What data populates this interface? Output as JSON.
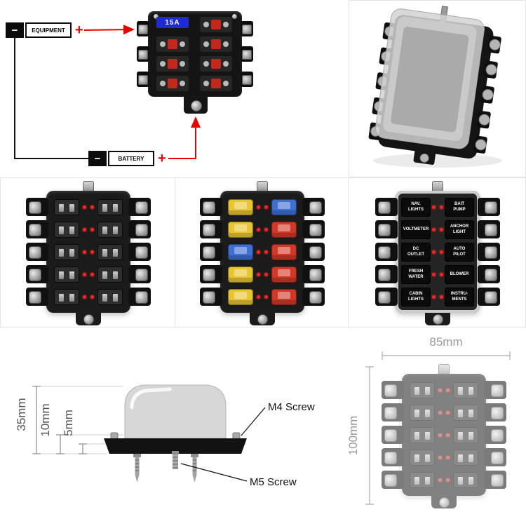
{
  "wiring_diagram": {
    "equipment_label": "EQUIPMENT",
    "battery_label": "BATTERY",
    "minus_symbol": "−",
    "plus_symbol": "+",
    "display_value": "15A"
  },
  "fusebox": {
    "rows": 5,
    "fuse_colors": {
      "left": [
        "#e8c532",
        "#e8c532",
        "#3f6fd1",
        "#e8c532",
        "#e8c532"
      ],
      "right": [
        "#3f6fd1",
        "#d03928",
        "#d03928",
        "#d03928",
        "#d03928"
      ]
    },
    "labels": {
      "left": [
        "NAV.\nLIGHTS",
        "VOLTMETER",
        "DC\nOUTLET",
        "FRESH\nWATER",
        "CABIN\nLIGHTS"
      ],
      "right": [
        "BAIT\nPUMP",
        "ANCHOR\nLIGHT",
        "AUTO\nPILOT",
        "BLOWER",
        "INSTRU-\nMENTS"
      ]
    }
  },
  "dimensions": {
    "height_total": "35mm",
    "height_base": "10mm",
    "height_plate": "5mm",
    "m4_screw_label": "M4 Screw",
    "m5_screw_label": "M5 Screw",
    "width_top": "85mm",
    "length_side": "100mm"
  },
  "colors": {
    "led": "#ff2626",
    "wire_negative": "#111111",
    "wire_positive": "#e60000",
    "display_bg": "#1e2ad4"
  }
}
